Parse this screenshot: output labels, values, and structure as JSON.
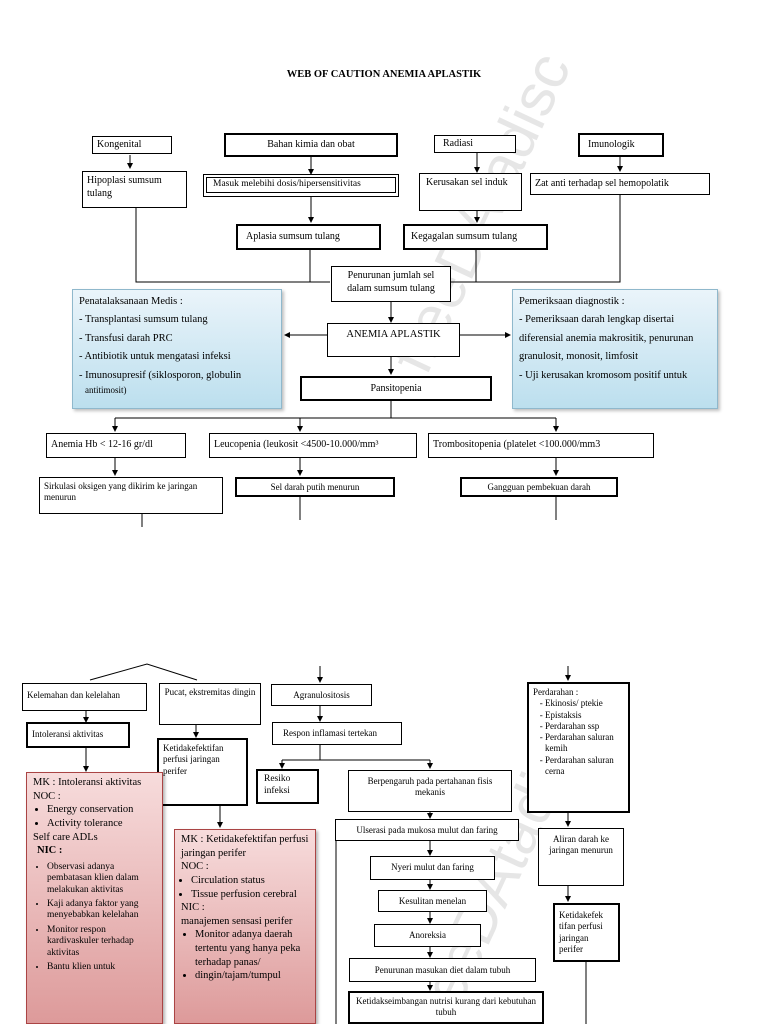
{
  "title": "WEB OF CAUTION ANEMIA APLASTIK",
  "watermark": "freeDAtadisc",
  "causes": {
    "kongenital": "Kongenital",
    "bahan_kimia": "Bahan kimia dan obat",
    "radiasi": "Radiasi",
    "imunologik": "Imunologik"
  },
  "effects": {
    "hipoplasi": "Hipoplasi sumsum tulang",
    "masuk": "Masuk melebihi  dosis/hipersensitivitas",
    "kerusakan": "Kerusakan sel induk",
    "zat_anti": "Zat anti terhadap sel hemopolatik",
    "aplasia": "Aplasia sumsum tulang",
    "kegagalan": "Kegagalan sumsum tulang",
    "penurunan_jumlah": "Penurunan jumlah sel dalam sumsum tulang"
  },
  "center": {
    "anemia_aplastik": "ANEMIA APLASTIK",
    "pansitopenia": "Pansitopenia"
  },
  "penatalaksanaan": {
    "heading": "Penatalaksanaan Medis :",
    "items": [
      "Transplantasi sumsum tulang",
      "Transfusi darah PRC",
      "Antibiotik untuk mengatasi infeksi",
      "Imunosupresif (siklosporon, globulin"
    ],
    "tail": "antitimosit)"
  },
  "pemeriksaan": {
    "heading": "Pemeriksaan diagnostik :",
    "items": [
      "Pemeriksaan darah lengkap disertai diferensial anemia makrositik, penurunan granulosit, monosit, limfosit",
      "Uji kerusakan kromosom positif untuk"
    ]
  },
  "branches": {
    "anemia_hb": "Anemia Hb < 12-16 gr/dl",
    "leucopenia": "Leucopenia (leukosit <4500-10.000/mm³",
    "trombositopenia": "Trombositopenia (platelet <100.000/mm3",
    "sirkulasi": "Sirkulasi oksigen yang dikirim ke jaringan menurun",
    "sel_darah_putih": "Sel darah putih menurun",
    "gangguan": "Gangguan pembekuan darah"
  },
  "lower": {
    "kelemahan": "Kelemahan dan kelelahan",
    "pucat": "Pucat, ekstremitas dingin",
    "agranulositosis": "Agranulositosis",
    "intoleransi": "Intoleransi aktivitas",
    "ketidakefektifan1": "Ketidakefektifan perfusi jaringan perifer",
    "respon": "Respon inflamasi tertekan",
    "resiko": "Resiko infeksi",
    "berpengaruh": "Berpengaruh pada pertahanan fisis mekanis",
    "ulserasi": "Ulserasi pada mukosa mulut dan faring",
    "nyeri": "Nyeri mulut dan faring",
    "kesulitan": "Kesulitan menelan",
    "anoreksia": "Anoreksia",
    "penurunan_masukan": "Penurunan masukan diet dalam tubuh",
    "ketidakseimbangan": "Ketidakseimbangan nutrisi kurang dari kebutuhan tubuh",
    "aliran": "Aliran darah ke jaringan menurun",
    "ketidakefek2": "Ketidakefek tifan perfusi jaringan perifer"
  },
  "perdarahan": {
    "heading": "Perdarahan :",
    "items": [
      "Ekinosis/ ptekie",
      "Epistaksis",
      "Perdarahan ssp",
      "Perdarahan saluran kemih",
      "Perdarahan saluran cerna"
    ]
  },
  "mk1": {
    "mk": "MK : Intoleransi aktivitas",
    "noc": "NOC :",
    "noc_items": [
      "Energy conservation",
      "Activity tolerance"
    ],
    "selfcare": "Self care ADLs",
    "nic": "NIC :",
    "nic_items": [
      "Observasi adanya pembatasan klien dalam melakukan aktivitas",
      "Kaji adanya faktor yang menyebabkan kelelahan",
      "Monitor respon kardivaskuler terhadap aktivitas",
      "Bantu klien untuk"
    ]
  },
  "mk2": {
    "mk": "MK : Ketidakefektifan perfusi jaringan perifer",
    "noc": "NOC :",
    "noc_items": [
      "Circulation status",
      "Tissue perfusion cerebral"
    ],
    "nic": "NIC :",
    "nic_sub": "manajemen sensasi perifer",
    "nic_items": [
      "Monitor adanya daerah tertentu yang hanya peka terhadap panas/",
      "dingin/tajam/tumpul"
    ]
  }
}
